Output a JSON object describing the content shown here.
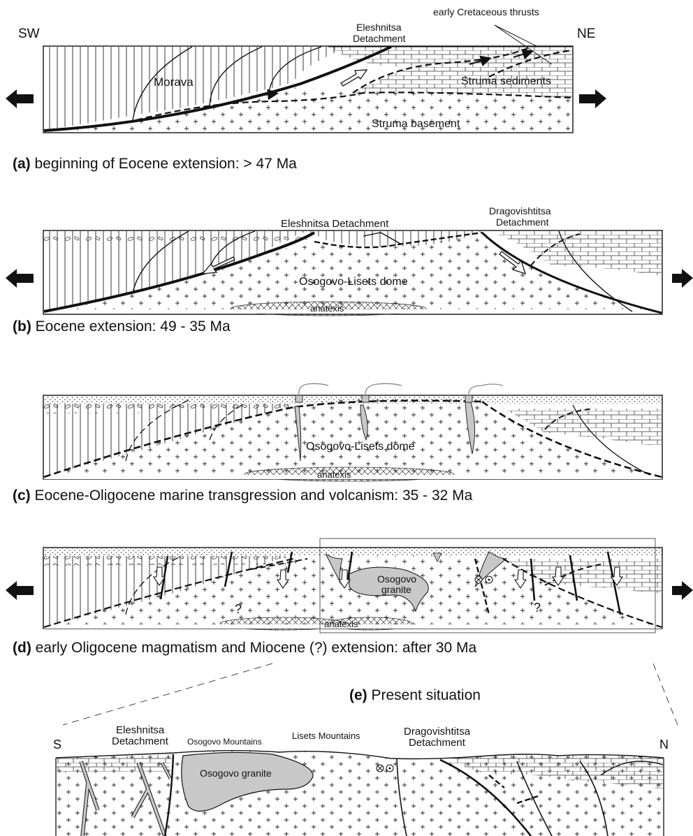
{
  "panel_a": {
    "sw": "SW",
    "ne": "NE",
    "eleshnitsa_line1": "Eleshnitsa",
    "eleshnitsa_line2": "Detachment",
    "thrusts": "early Cretaceous thrusts",
    "morava": "Morava",
    "struma_sediments": "Struma sediments",
    "struma_basement": "Struma basement",
    "caption_letter": "(a)",
    "caption_text": " beginning of Eocene extension:  > 47 Ma"
  },
  "panel_b": {
    "eleshnitsa": "Eleshnitsa Detachment",
    "dragovishtitsa_line1": "Dragovishtitsa",
    "dragovishtitsa_line2": "Detachment",
    "dome": "Osogovo-Lisets dome",
    "anatexis": "anatexis",
    "caption_letter": "(b)",
    "caption_text": " Eocene extension:  49 - 35 Ma"
  },
  "panel_c": {
    "dome": "Osogovo-Lisets  dome",
    "anatexis": "anatexis",
    "caption_letter": "(c)",
    "caption_text": " Eocene-Oligocene marine transgression and volcanism:  35 - 32 Ma"
  },
  "panel_d": {
    "granite_line1": "Osogovo",
    "granite_line2": "granite",
    "question": "?",
    "anatexis": "anatexis",
    "caption_letter": "(d)",
    "caption_text": " early Oligocene magmatism and Miocene (?) extension:  after 30 Ma"
  },
  "panel_e": {
    "title_letter": "(e)",
    "title_text": " Present situation",
    "s": "S",
    "n": "N",
    "eleshnitsa_line1": "Eleshnitsa",
    "eleshnitsa_line2": "Detachment",
    "osogovo_mountains": "Osogovo Mountains",
    "lisets_mountains": "Lisets Mountains",
    "dragovishtitsa_line1": "Dragovishtitsa",
    "dragovishtitsa_line2": "Detachment",
    "granite": "Osogovo granite"
  },
  "colors": {
    "ink": "#111111",
    "granite": "#c8c8c8",
    "paper": "#ffffff"
  }
}
